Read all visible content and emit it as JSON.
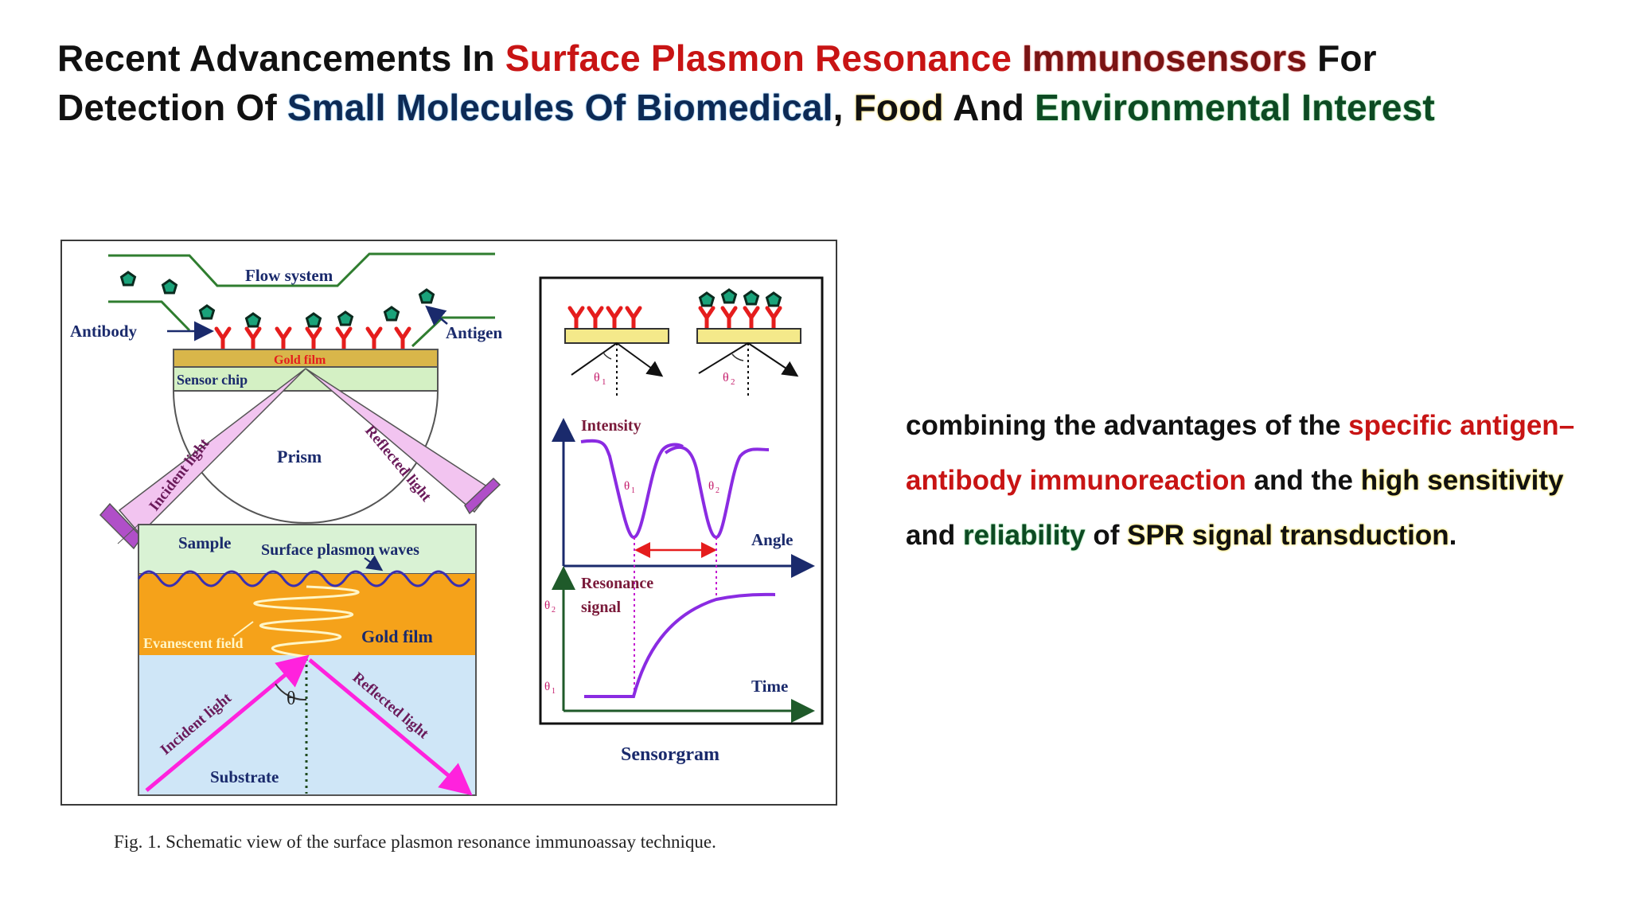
{
  "title": {
    "line1": {
      "p1": "Recent Advancements In ",
      "p2": "Surface Plasmon Resonance",
      "p3": " ",
      "p4": "Immunosensors",
      "p5": " For"
    },
    "line2": {
      "p1": "Detection Of ",
      "p2": "Small Molecules Of Biomedical",
      "p3": ", ",
      "p4": "Food",
      "p5": " And ",
      "p6": "Environmental Interest"
    }
  },
  "paragraph": {
    "s1": "combining the advantages of the ",
    "s2": "specific antigen–antibody immunoreaction",
    "s3": " and the ",
    "s4": "high sensitivity",
    "s5": " and ",
    "s6": "reliability",
    "s7": " of ",
    "s8": "SPR signal transduction",
    "s9": "."
  },
  "diagram": {
    "labels": {
      "flow_system": "Flow system",
      "antibody": "Antibody",
      "antigen": "Antigen",
      "gold_film_top": "Gold film",
      "sensor_chip": "Sensor chip",
      "prism": "Prism",
      "incident_light": "Incident light",
      "reflected_light": "Reflected light",
      "sample": "Sample",
      "surface_plasmon_waves": "Surface plasmon waves",
      "evanescent_field": "Evanescent field",
      "gold_film": "Gold film",
      "theta": "θ",
      "substrate": "Substrate",
      "theta1": "θ",
      "theta2": "θ",
      "sub1": "1",
      "sub2": "2",
      "intensity": "Intensity",
      "angle": "Angle",
      "resonance": "Resonance",
      "signal": "signal",
      "time": "Time",
      "sensorgram": "Sensorgram"
    },
    "caption": "Fig. 1. Schematic view of the surface plasmon resonance immunoassay technique.",
    "colors": {
      "flow": "#2f7d2f",
      "antibody": "#e51d1d",
      "antigen_fill": "#1aa37a",
      "gold": "#d9b64a",
      "chip": "#d4f0c4",
      "light_beam": "#f2c4f0",
      "light_cap": "#b04fc8",
      "sample": "#d9f2d4",
      "gold_layer": "#f5a21a",
      "substrate": "#cfe6f7",
      "magenta_ray": "#ff22dd",
      "curve": "#8a2be2",
      "axes": "#1a2a6c"
    }
  }
}
